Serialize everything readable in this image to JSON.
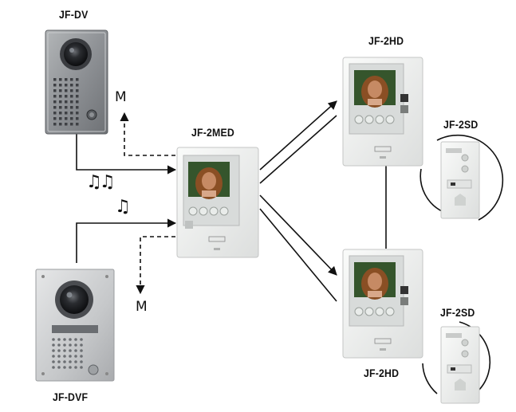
{
  "labels": {
    "door_station_top": "JF-DV",
    "door_station_bottom": "JF-DVF",
    "master_station": "JF-2MED",
    "sub_station_top": "JF-2HD",
    "sub_station_bottom": "JF-2HD",
    "speaker_top": "JF-2SD",
    "speaker_bottom": "JF-2SD",
    "monitor_top": "M",
    "monitor_bottom": "M"
  },
  "chimes": {
    "top": "♫♫",
    "bottom": "♫"
  },
  "colors": {
    "line": "#111111",
    "housing": "#e9ebea",
    "screen_bg": "#2d4a28",
    "face_skin": "#c68a64",
    "hair": "#8a4f24",
    "door_metal": "#8e9195"
  }
}
